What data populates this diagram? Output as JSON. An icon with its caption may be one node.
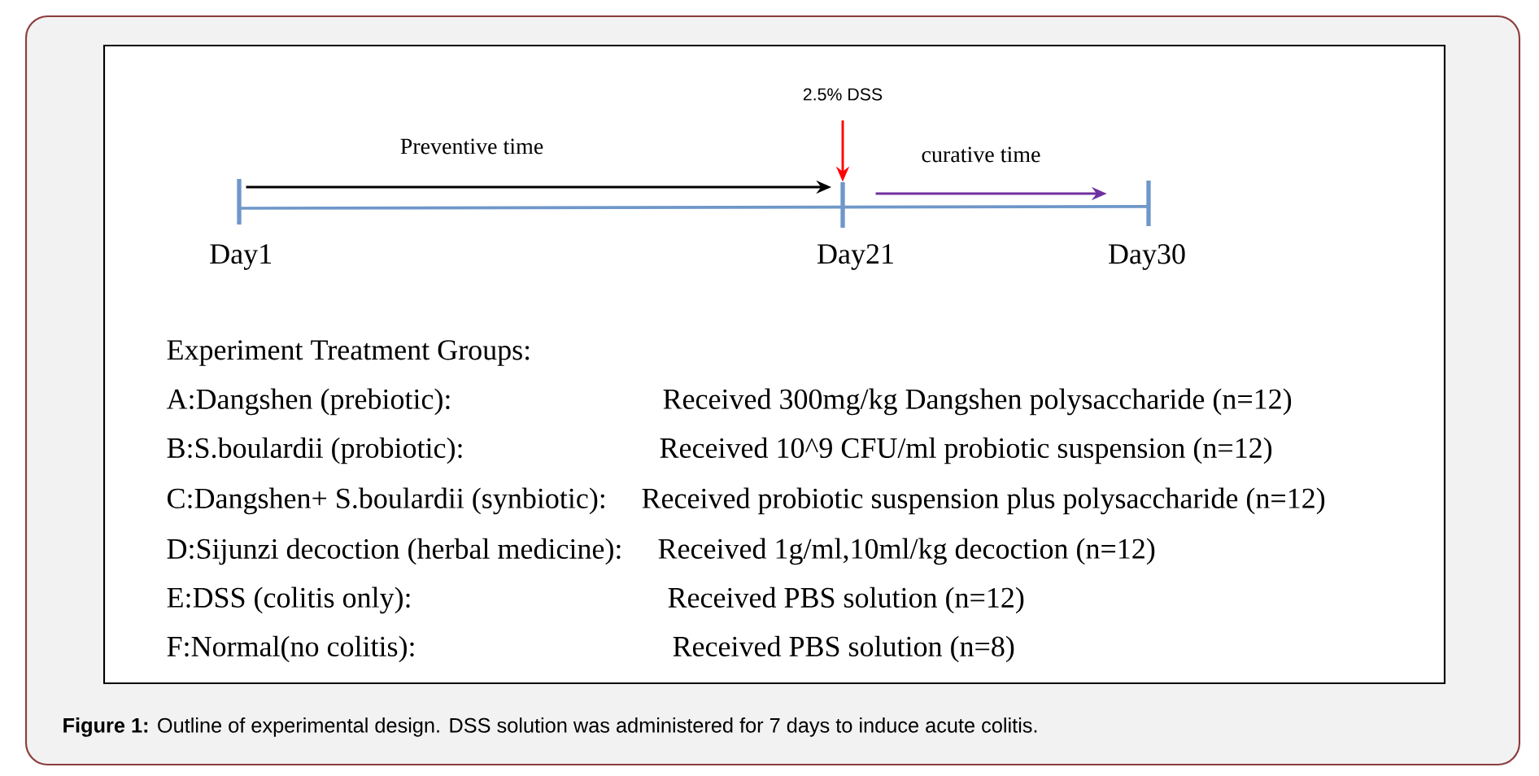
{
  "diagram": {
    "caption": "**Figure 1:** Outline of experimental design. DSS solution was administered for 7 days to induce acute colitis.",
    "nodes": [
      {
        "text": [],
        "shape": "bar",
        "beside": [
          "Day1"
        ]
      },
      {
        "text": [],
        "shape": "bar",
        "beside": [
          "Day21"
        ]
      },
      {
        "text": [],
        "shape": "bar",
        "beside": [
          "Day30"
        ]
      },
      {
        "text": [
          "2.5% DSS"
        ]
      }
    ],
    "edges": [
      {
        "from": 0,
        "to": 1,
        "arrow": "to",
        "label": "Preventive time"
      },
      {
        "from": 1,
        "to": 2,
        "arrow": "to",
        "label": "curative time",
        "color": "#7030a0"
      },
      {
        "from": 3,
        "to": 1,
        "arrow": "to",
        "color": "#ff0000"
      }
    ],
    "labels": [
      "Experiment Treatment Groups:",
      "A:Dangshen (prebiotic):",
      "Received 300mg/kg Dangshen polysaccharide (n=12)",
      "B:S.boulardii (probiotic):",
      "Received 10^9 CFU/ml probiotic suspension (n=12)",
      "C:Dangshen+ S.boulardii (synbiotic):",
      "Received probiotic suspension plus polysaccharide (n=12)",
      "D:Sijunzi decoction (herbal medicine):",
      "Received 1g/ml,10ml/kg decoction (n=12)",
      "E:DSS (colitis only):",
      "Received PBS solution (n=12)",
      "F:Normal(no colitis):",
      "Received PBS solution (n=8)"
    ]
  }
}
